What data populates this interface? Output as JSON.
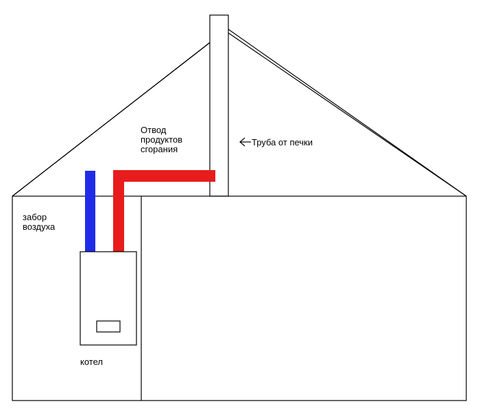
{
  "labels": {
    "exhaust": [
      "Отвод",
      "продуктов",
      "сгорания"
    ],
    "chimney": "Труба от печки",
    "air_intake": [
      "забор",
      "воздуха"
    ],
    "boiler": "котел"
  },
  "colors": {
    "outline": "#000000",
    "air_pipe": "#1f2be8",
    "exhaust_pipe": "#e81c1c",
    "background": "#ffffff"
  },
  "icons": {
    "chimney_pointer": "left-arrow-icon"
  }
}
